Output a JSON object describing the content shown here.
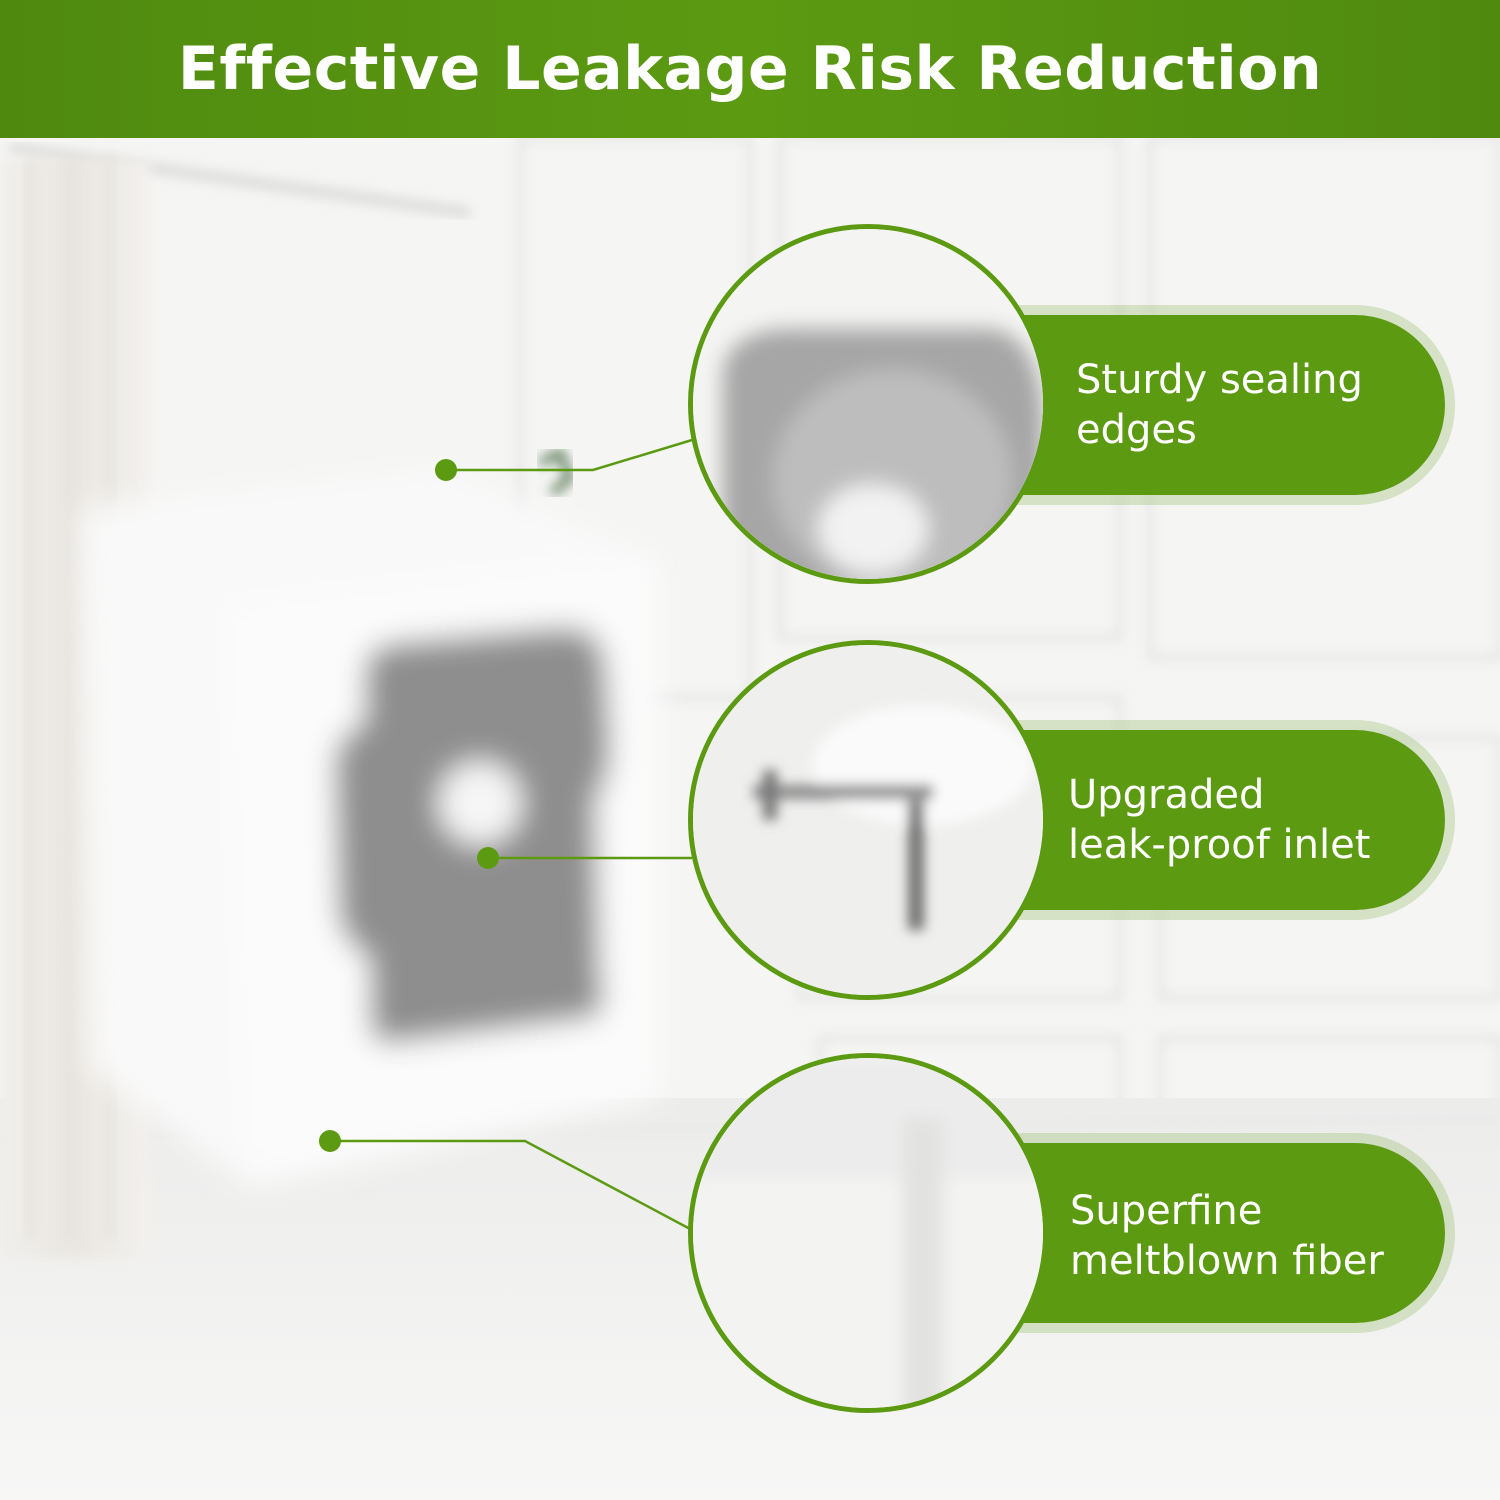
{
  "banner": {
    "title": "Effective Leakage Risk Reduction"
  },
  "features": [
    {
      "line1": "Sturdy sealing",
      "line2": "edges"
    },
    {
      "line1": "Upgraded",
      "line2": "leak-proof inlet"
    },
    {
      "line1": "Superfine",
      "line2": "meltblown fiber"
    }
  ],
  "colors": {
    "accent": "#5c9a12",
    "banner": "#4f8a0f",
    "text_on_accent": "#ffffff"
  }
}
